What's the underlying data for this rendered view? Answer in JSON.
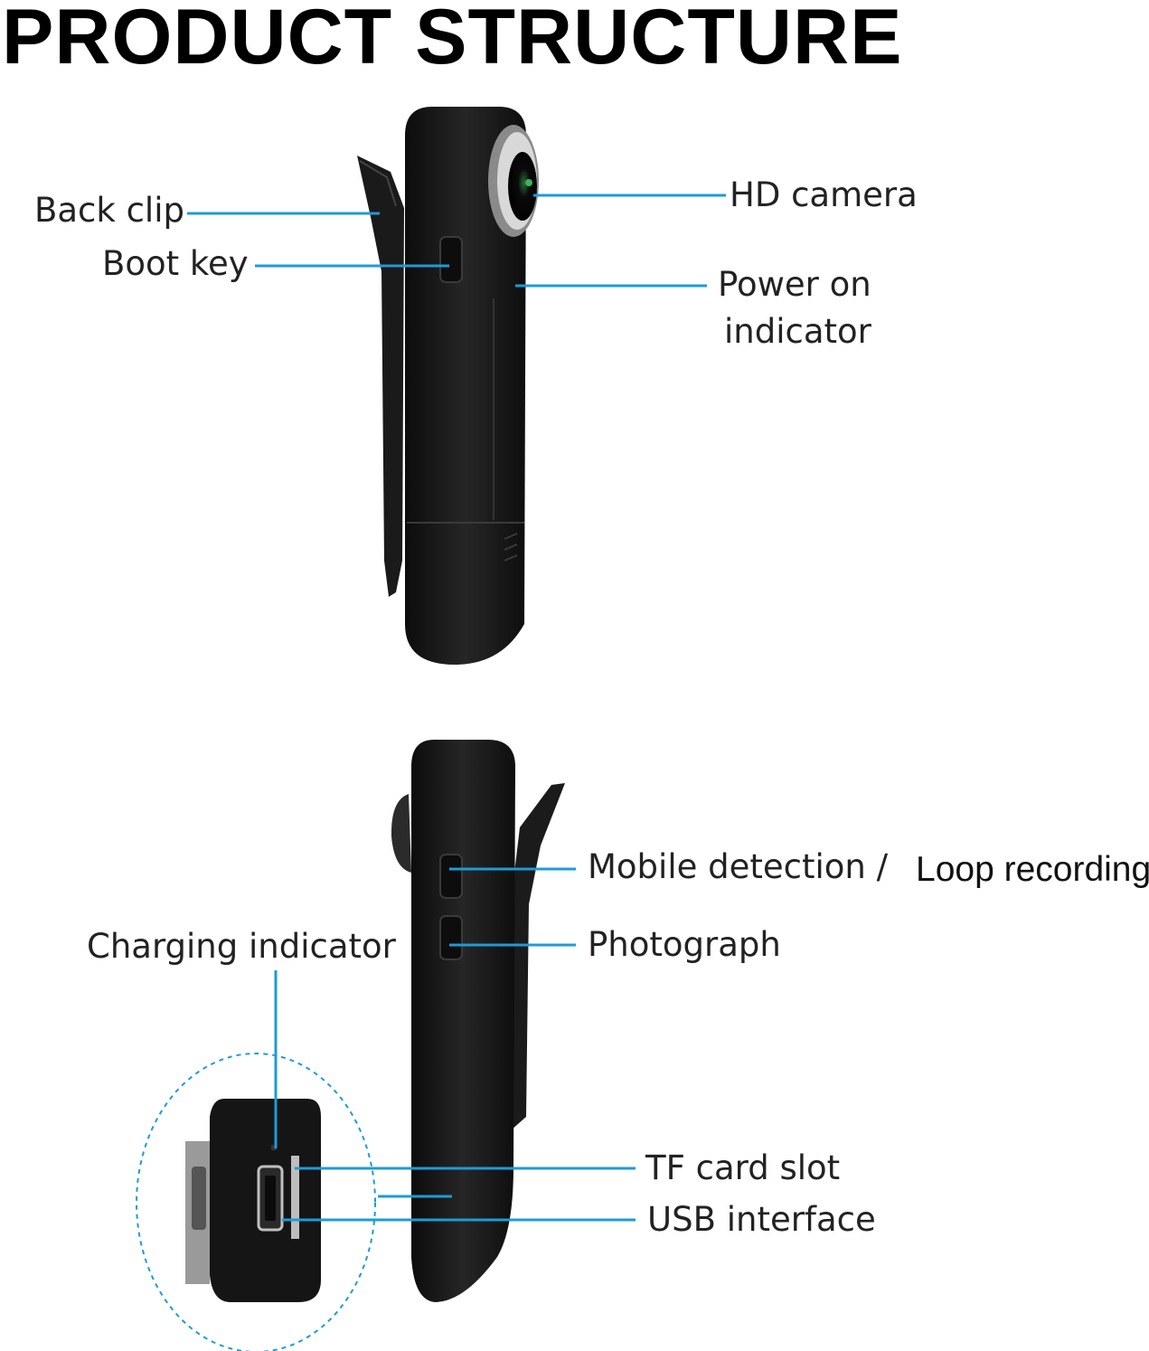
{
  "title": "PRODUCT STRUCTURE",
  "colors": {
    "leader_line": "#1E9BD7",
    "device_body": "#161616",
    "background": "#ffffff"
  },
  "labels": {
    "back_clip": "Back clip",
    "boot_key": "Boot key",
    "hd_camera": "HD camera",
    "power_on_indicator_line1": "Power on",
    "power_on_indicator_line2": "indicator",
    "mobile_detection": "Mobile detection /",
    "loop_recording": "Loop recording",
    "photograph": "Photograph",
    "charging_indicator": "Charging indicator",
    "tf_card_slot": "TF card slot",
    "usb_interface": "USB interface"
  }
}
